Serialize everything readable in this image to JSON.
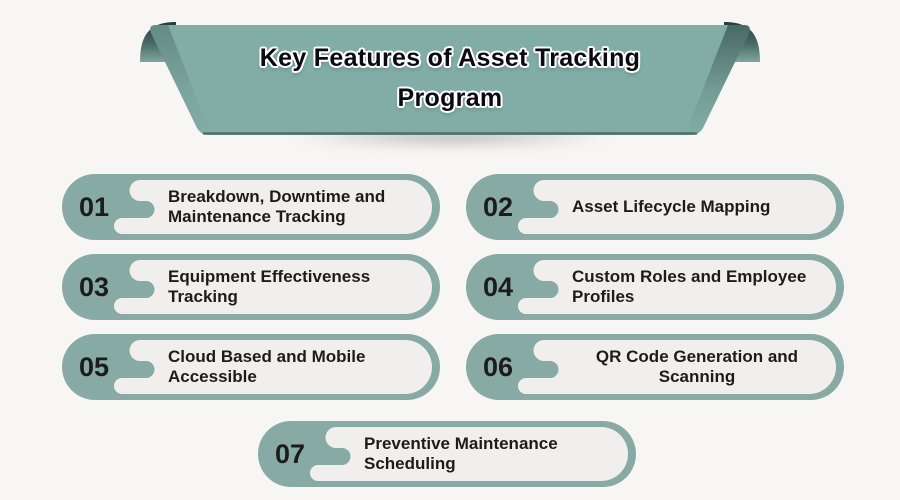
{
  "banner": {
    "title_line1": "Key Features of Asset Tracking",
    "title_line2": "Program"
  },
  "items": [
    {
      "number": "01",
      "title": "Breakdown, Downtime and Maintenance Tracking"
    },
    {
      "number": "02",
      "title": "Asset Lifecycle Mapping"
    },
    {
      "number": "03",
      "title": "Equipment Effectiveness Tracking"
    },
    {
      "number": "04",
      "title": "Custom Roles and Employee Profiles"
    },
    {
      "number": "05",
      "title": "Cloud Based and Mobile Accessible"
    },
    {
      "number": "06",
      "title": "QR Code Generation and Scanning"
    },
    {
      "number": "07",
      "title": "Preventive Maintenance Scheduling"
    }
  ],
  "colors": {
    "background": "#f7f6f4",
    "teal": "#87aba4",
    "teal_banner": "#82aca6",
    "pill_inner": "#f0efed",
    "text_dark": "#1c1c1c",
    "title_color": "#0a0a10"
  }
}
